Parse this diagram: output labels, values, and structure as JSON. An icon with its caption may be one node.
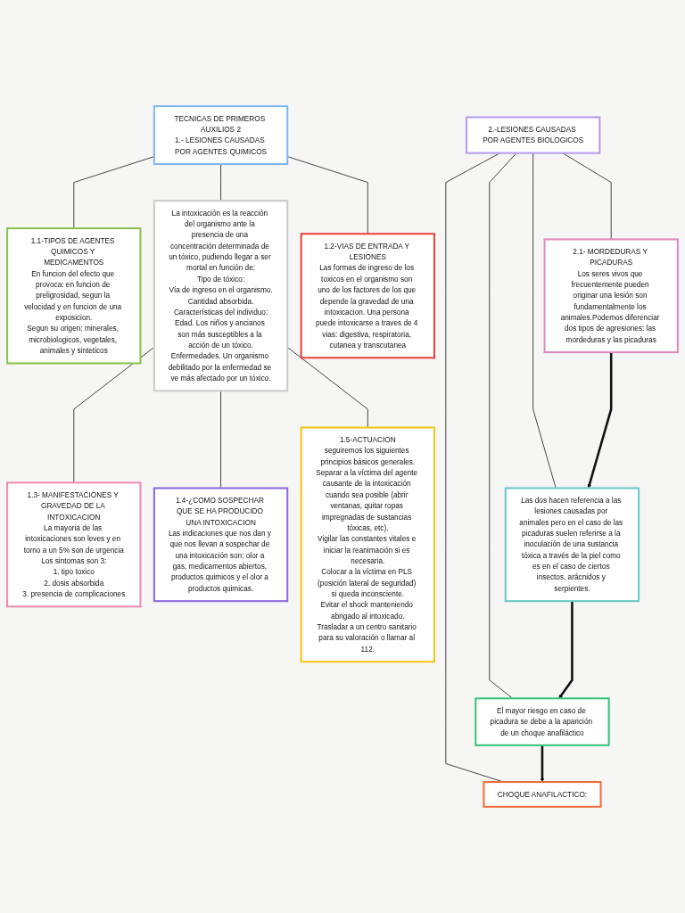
{
  "diagram": {
    "nodes": [
      {
        "text": [
          "TECNICAS DE PRIMEROS AUXILIOS 2",
          "1.- LESIONES CAUSADAS POR AGENTES QUIMICOS"
        ]
      },
      {
        "text": [
          "1.1-TIPOS DE AGENTES QUIMICOS Y MEDICAMENTOS",
          "En funcion del efecto que provoca: en funcion de preligrosidad, segun la velocidad y en funcion de una exposicion.",
          "Segun su origen: minerales, microbiologicos, vegetales, animales y sinteticos"
        ]
      },
      {
        "text": [
          "La intoxicación es la reacción del organismo ante la presencia de una concentración determinada de un tóxico, pudiendo llegar a ser mortal en función de:",
          "Tipo de tóxico:",
          "Vía de ingreso en el organismo.",
          "Cantidad absorbida.",
          "Características del individuo:",
          "Edad. Los niños y ancianos son más susceptibles a la acción de un tóxico.",
          "Enfermedades. Un organismo debilitado por la enfermedad se ve más afectado por un tóxico."
        ]
      },
      {
        "text": [
          "1.2-VIAS DE ENTRADA Y LESIONES",
          "Las formas de ingreso de los toxicos en el organismo son uno de los factores de los que depende la gravedad de una intoxicacion. Una persona puede intoxicarse a traves de 4 vias: digestiva, respiratoria, cutanea y transcutanea"
        ]
      },
      {
        "text": [
          "1.3- MANIFESTACIONES Y GRAVEDAD DE LA INTOXICACION",
          "La mayoria de las intoxicaciones son leves y en torno a un 5% son de urgencia",
          "Los sintomas son 3:",
          "1. tipo toxico",
          "2. dosis absorbida",
          "3. presencia de complicaciones"
        ]
      },
      {
        "text": [
          "1.4-¿COMO SOSPECHAR QUE SE HA PRODUCIDO UNA INTOXICACION",
          "Las indicaciones que nos dan y que nos llevan a sospechar de una intoxicación son: olor a gas, medicamentos abiertos, productos quimicos y el olor a productos quimicas."
        ]
      },
      {
        "text": [
          "1.5-ACTUACION",
          "seguiremos los siguientes principios básicos generales.",
          "Separar a la víctima del agente causante de la intoxicación cuando sea posible (abrir ventanas, quitar ropas impregnadas de sustancias tóxicas, etc).",
          "Vigilar las constantes vitales e iniciar la reanimación si es necesaria.",
          "Colocar a la víctima en PLS (posición lateral de seguridad) si queda inconsciente.",
          "Evitar el shock manteniendo abrigado al intoxicado.",
          "Trasladar a un centro sanitario para su valoración o llamar al 112."
        ]
      },
      {
        "text": [
          "2.-LESIONES CAUSADAS POR AGENTES BIOLOGICOS"
        ]
      },
      {
        "text": [
          "2.1- MORDEDURAS Y PICADURAS",
          "Los seres vivos que frecuentemente pueden originar una lesión son fundamentalmente los animales.Podemos diferenciar dos tipos de agresiones: las mordeduras y las picaduras"
        ]
      },
      {
        "text": [
          "Las dos hacen referencia a las lesiones causadas por animales pero en el caso de las picaduras suelen referirse a la inoculación de una sustancia tóxica a través de la piel como es en el caso de ciertos insectos, arácnidos y serpientes."
        ]
      },
      {
        "text": [
          "El mayor riesgo en caso de picadura se debe a la aparición de un choque anafiláctico"
        ]
      },
      {
        "text": [
          "CHOQUE ANAFILACTICO:"
        ]
      }
    ],
    "edges": [
      {
        "from": 0,
        "to": 1,
        "arrow": "none"
      },
      {
        "from": 0,
        "to": 2,
        "arrow": "none"
      },
      {
        "from": 0,
        "to": 3,
        "arrow": "none"
      },
      {
        "from": 2,
        "to": 4,
        "arrow": "none"
      },
      {
        "from": 2,
        "to": 5,
        "arrow": "none"
      },
      {
        "from": 2,
        "to": 6,
        "arrow": "none"
      },
      {
        "from": 7,
        "to": 8,
        "arrow": "none"
      },
      {
        "from": 7,
        "to": 9,
        "arrow": "none"
      },
      {
        "from": 7,
        "to": 10,
        "arrow": "none"
      },
      {
        "from": 7,
        "to": 11,
        "arrow": "none"
      },
      {
        "from": 8,
        "to": 9,
        "arrow": "to",
        "style": "thick"
      },
      {
        "from": 9,
        "to": 10,
        "arrow": "to",
        "style": "thick"
      },
      {
        "from": 10,
        "to": 11,
        "arrow": "to",
        "style": "thick"
      }
    ]
  }
}
